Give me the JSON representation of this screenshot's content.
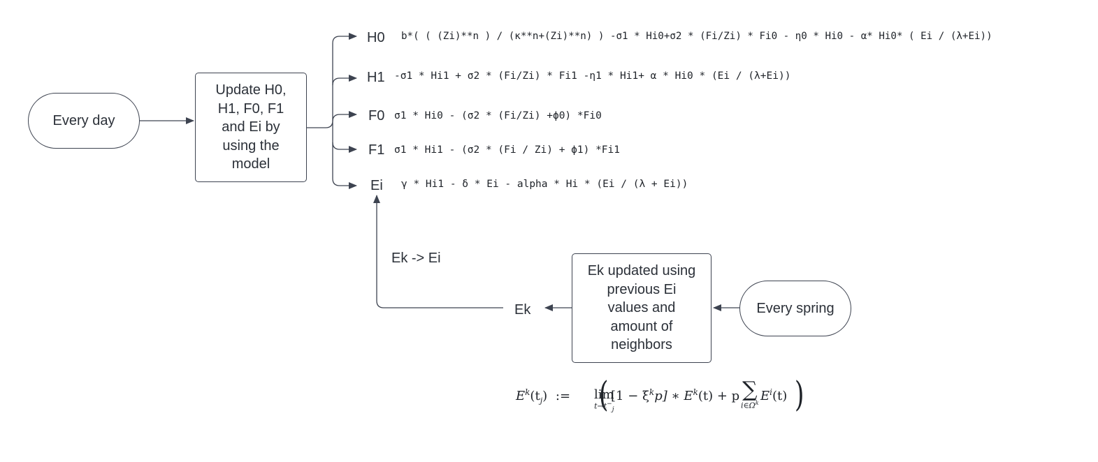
{
  "nodes": {
    "every_day": "Every day",
    "update": [
      "Update H0,",
      "H1, F0, F1",
      "and Ei by",
      "using the",
      "model"
    ],
    "every_spring": "Every spring",
    "ek_update": [
      "Ek updated using",
      "previous Ei",
      "values and",
      "amount of",
      "neighbors"
    ]
  },
  "variables": {
    "h0": "H0",
    "h1": "H1",
    "f0": "F0",
    "f1": "F1",
    "ei": "Ei",
    "ek": "Ek"
  },
  "equations": {
    "h0": "b*( ( (Zi)**n ) / (κ**n+(Zi)**n) ) -σ1 * Hi0+σ2 * (Fi/Zi) * Fi0 - η0 * Hi0 - α* Hi0* ( Ei / (λ+Ei))",
    "h1": "-σ1 * Hi1 + σ2 * (Fi/Zi) * Fi1 -η1 * Hi1+ α * Hi0 * (Ei / (λ+Ei))",
    "f0": "σ1 * Hi0 - (σ2 * (Fi/Zi) +ϕ0) *Fi0",
    "f1": "σ1 * Hi1 - (σ2 * (Fi / Zi) + ϕ1) *Fi1",
    "ei": "γ * Hi1 - δ * Ei - alpha * Hi * (Ei / (λ + Ei))"
  },
  "edge_labels": {
    "ek_to_ei": "Ek -> Ei"
  },
  "formula": {
    "lhs": "E",
    "lhs_sup": "k",
    "lhs_arg": "(t",
    "lhs_arg_sub": "j",
    "lhs_close": ")",
    "assign": ":=",
    "lim": "lim",
    "lim_sub": "t→t",
    "lim_sub_sub": "j",
    "lim_sub_sup": "−",
    "open_paren": "(",
    "bracket": "[1 − ξ",
    "xi_sup": "k",
    "bracket_rest": "p] ∗ E",
    "ek_sup": "k",
    "ek_arg": "(t) + p",
    "sum": "∑",
    "sum_sub": "i∈Ω",
    "sum_sub_sup": "k",
    "ei_term": "E",
    "ei_sup": "i",
    "ei_arg": "(t)",
    "close_paren": ")"
  },
  "colors": {
    "stroke": "#3d4350",
    "text": "#2b3038"
  }
}
